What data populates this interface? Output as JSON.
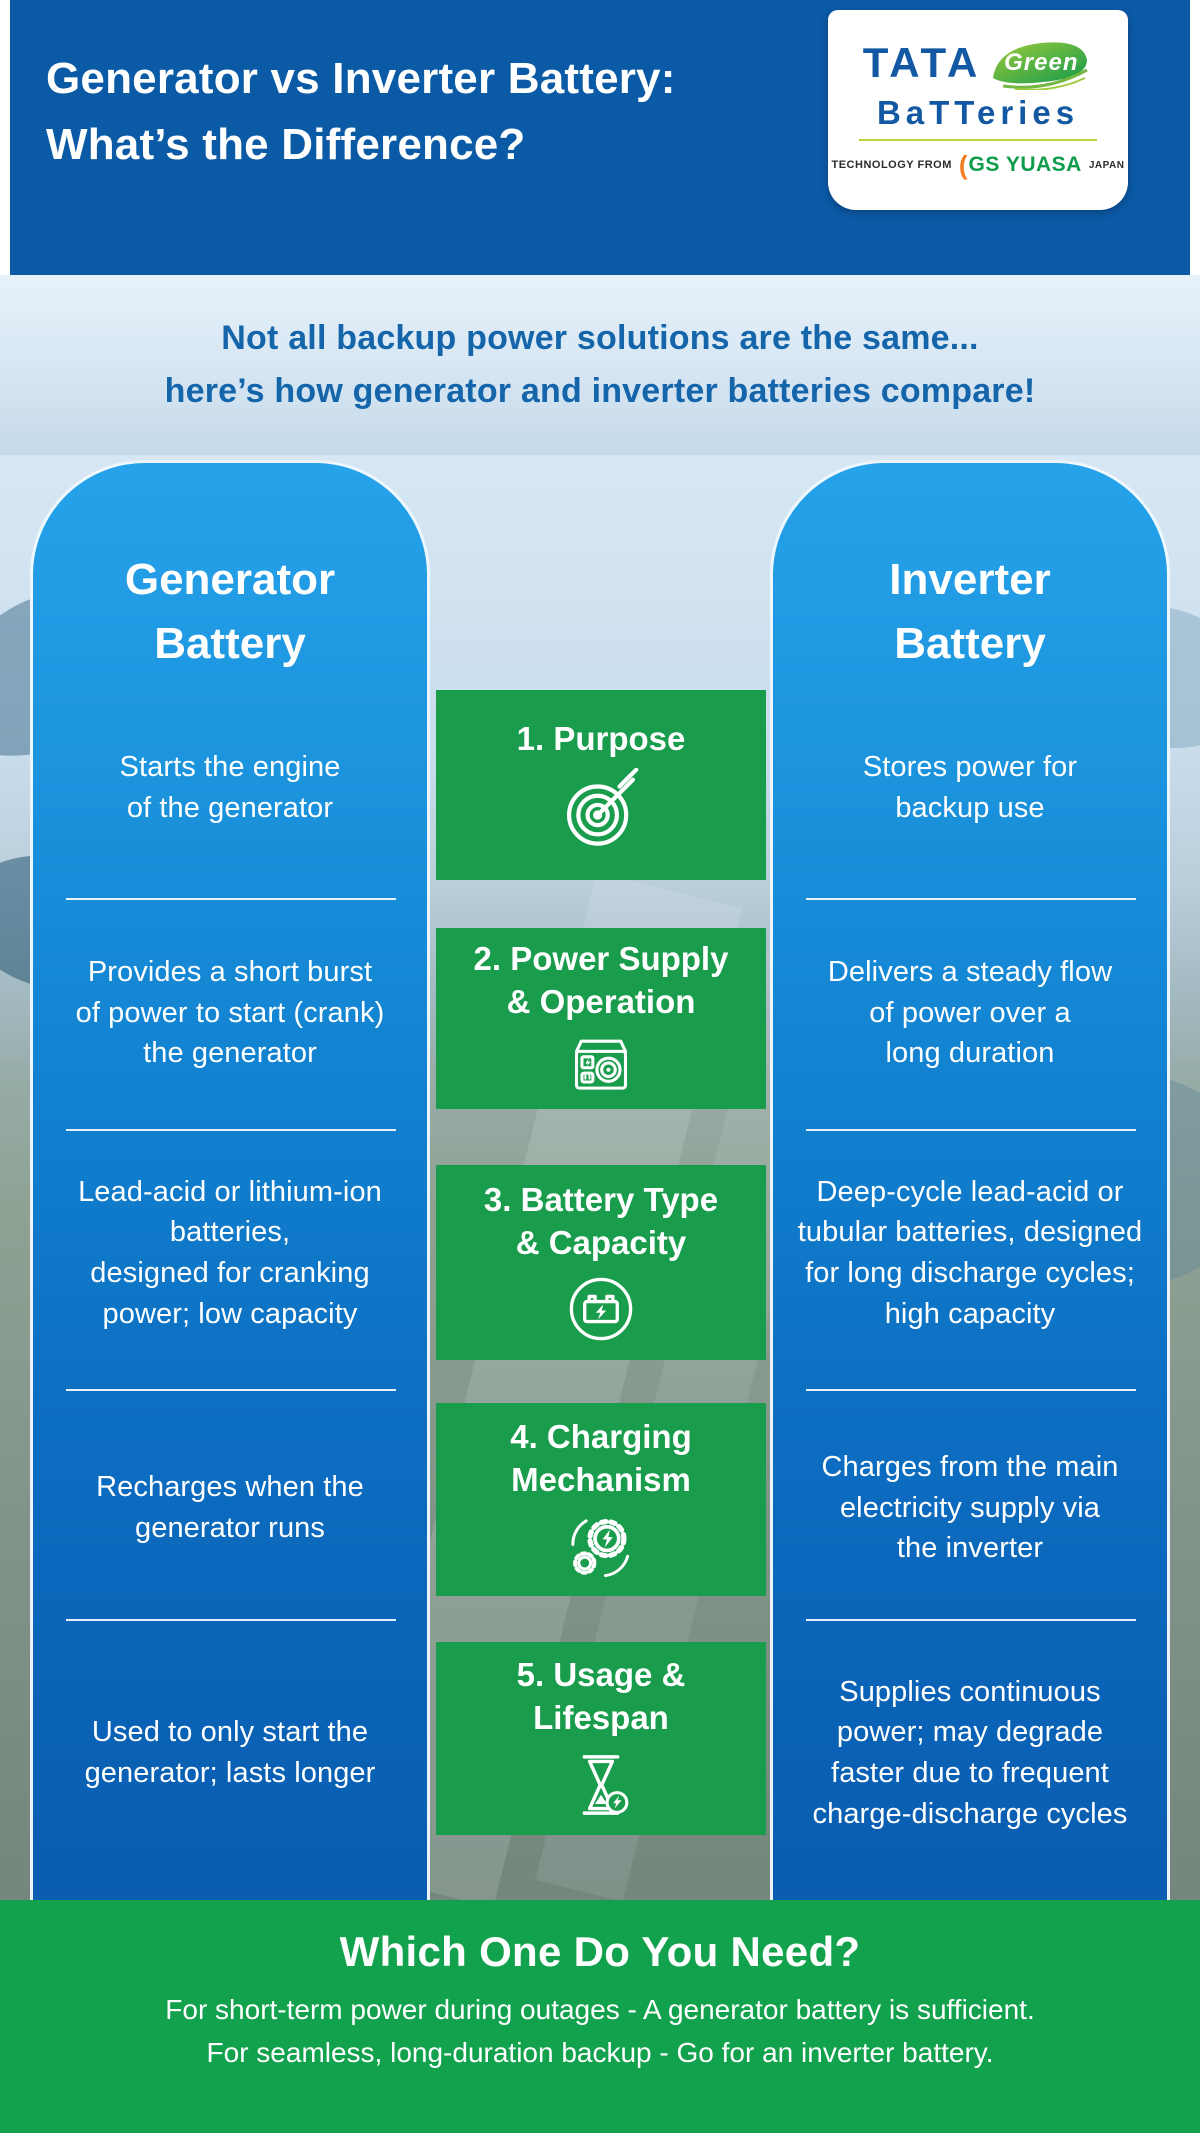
{
  "header": {
    "title": "Generator vs Inverter Battery:\nWhat’s the Difference?",
    "logo": {
      "brand": "TATA",
      "brand_highlight": "Green",
      "brand_word": "BaTTeries",
      "technology_from": "TECHNOLOGY FROM",
      "partner": "GS YUASA",
      "country": "JAPAN"
    }
  },
  "subtitle": {
    "text": "Not all backup power solutions are the same...\nhere’s how generator and inverter batteries compare!"
  },
  "columns": {
    "left": {
      "title": "Generator\nBattery",
      "rows": [
        "Starts the engine\nof the generator",
        "Provides a short burst\nof power to start (crank)\nthe generator",
        "Lead-acid or lithium-ion\nbatteries,\ndesigned for cranking\npower; low capacity",
        "Recharges when the\ngenerator runs",
        "Used to only start the\ngenerator; lasts longer"
      ]
    },
    "right": {
      "title": "Inverter\nBattery",
      "rows": [
        "Stores power for\nbackup use",
        "Delivers a steady flow\nof power over a\nlong duration",
        "Deep-cycle lead-acid or\ntubular batteries, designed\nfor long discharge cycles;\nhigh capacity",
        "Charges from the main\nelectricity supply via\nthe inverter",
        "Supplies continuous\npower; may degrade\nfaster due to frequent\ncharge-discharge cycles"
      ]
    }
  },
  "categories": [
    {
      "label": "1. Purpose",
      "icon": "target-icon"
    },
    {
      "label": "2. Power Supply\n& Operation",
      "icon": "power-supply-icon"
    },
    {
      "label": "3. Battery Type\n& Capacity",
      "icon": "battery-icon"
    },
    {
      "label": "4. Charging\nMechanism",
      "icon": "charging-gears-icon"
    },
    {
      "label": "5. Usage &\nLifespan",
      "icon": "hourglass-icon"
    }
  ],
  "footer": {
    "title": "Which One Do You Need?",
    "text": "For short-term power during outages - A generator battery is sufficient.\nFor seamless, long-duration backup - Go for an inverter battery."
  },
  "colors": {
    "header_blue": "#0b5aa6",
    "column_blue_top": "#25a2ea",
    "column_blue_bottom": "#0a5db0",
    "category_green": "#199c4c",
    "footer_green": "#12a14d",
    "subtitle_text_blue": "#1565ab",
    "logo_blue": "#1358a2",
    "logo_green": "#0f9d4b",
    "logo_orange": "#f47b20"
  }
}
